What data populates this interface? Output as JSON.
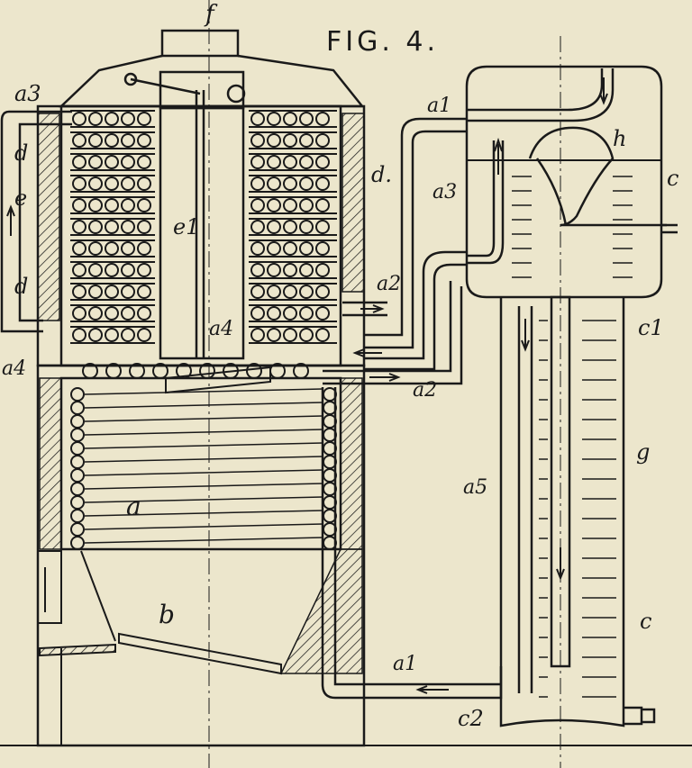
{
  "figure": {
    "title": "FIG. 4.",
    "labels": {
      "f": "f",
      "a3_top": "a3",
      "d_1": "d",
      "e": "e",
      "e1": "e1",
      "d_2": "d",
      "d_3": "d.",
      "a4_left": "a4",
      "a4_mid": "a4",
      "a2_top": "a2",
      "a2_bot": "a2",
      "a": "a",
      "b": "b",
      "a1_top": "a1",
      "a3_right": "a3",
      "h": "h",
      "c": "c",
      "c1": "c1",
      "g": "g",
      "a5": "a5",
      "c_low": "c",
      "a1_bot": "a1",
      "c2": "c2"
    }
  },
  "colors": {
    "paper": "#ece6cc",
    "ink": "#1a1a1a"
  }
}
